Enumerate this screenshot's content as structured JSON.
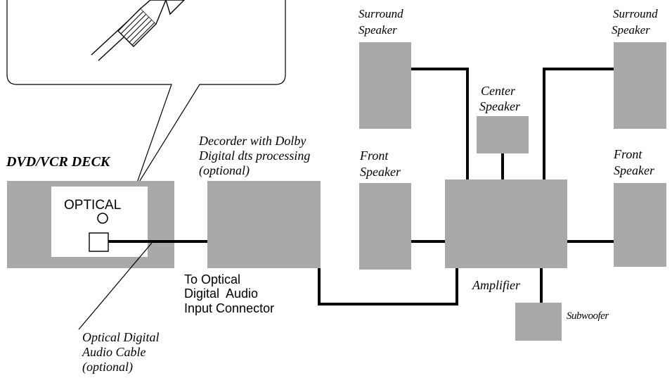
{
  "labels": {
    "dvd_deck": "DVD/VCR DECK",
    "optical": "OPTICAL",
    "decoder_l1": "Decorder with Dolby",
    "decoder_l2": "Digital dts processing",
    "decoder_l3": "(optional)",
    "surround_left_l1": "Surround",
    "surround_left_l2": "Speaker",
    "surround_right_l1": "Surround",
    "surround_right_l2": "Speaker",
    "center_l1": "Center",
    "center_l2": "Speaker",
    "front_left_l1": "Front",
    "front_left_l2": "Speaker",
    "front_right_l1": "Front",
    "front_right_l2": "Speaker",
    "to_optical_l1": "To Optical",
    "to_optical_l2": "Digital  Audio",
    "to_optical_l3": "Input Connector",
    "amplifier": "Amplifier",
    "subwoofer": "Subwoofer",
    "cable_l1": "Optical Digital",
    "cable_l2": "Audio Cable",
    "cable_l3": "(optional)"
  },
  "colors": {
    "box_fill": "#a9a9a9",
    "panel_fill": "#ffffff",
    "line": "#000000"
  }
}
